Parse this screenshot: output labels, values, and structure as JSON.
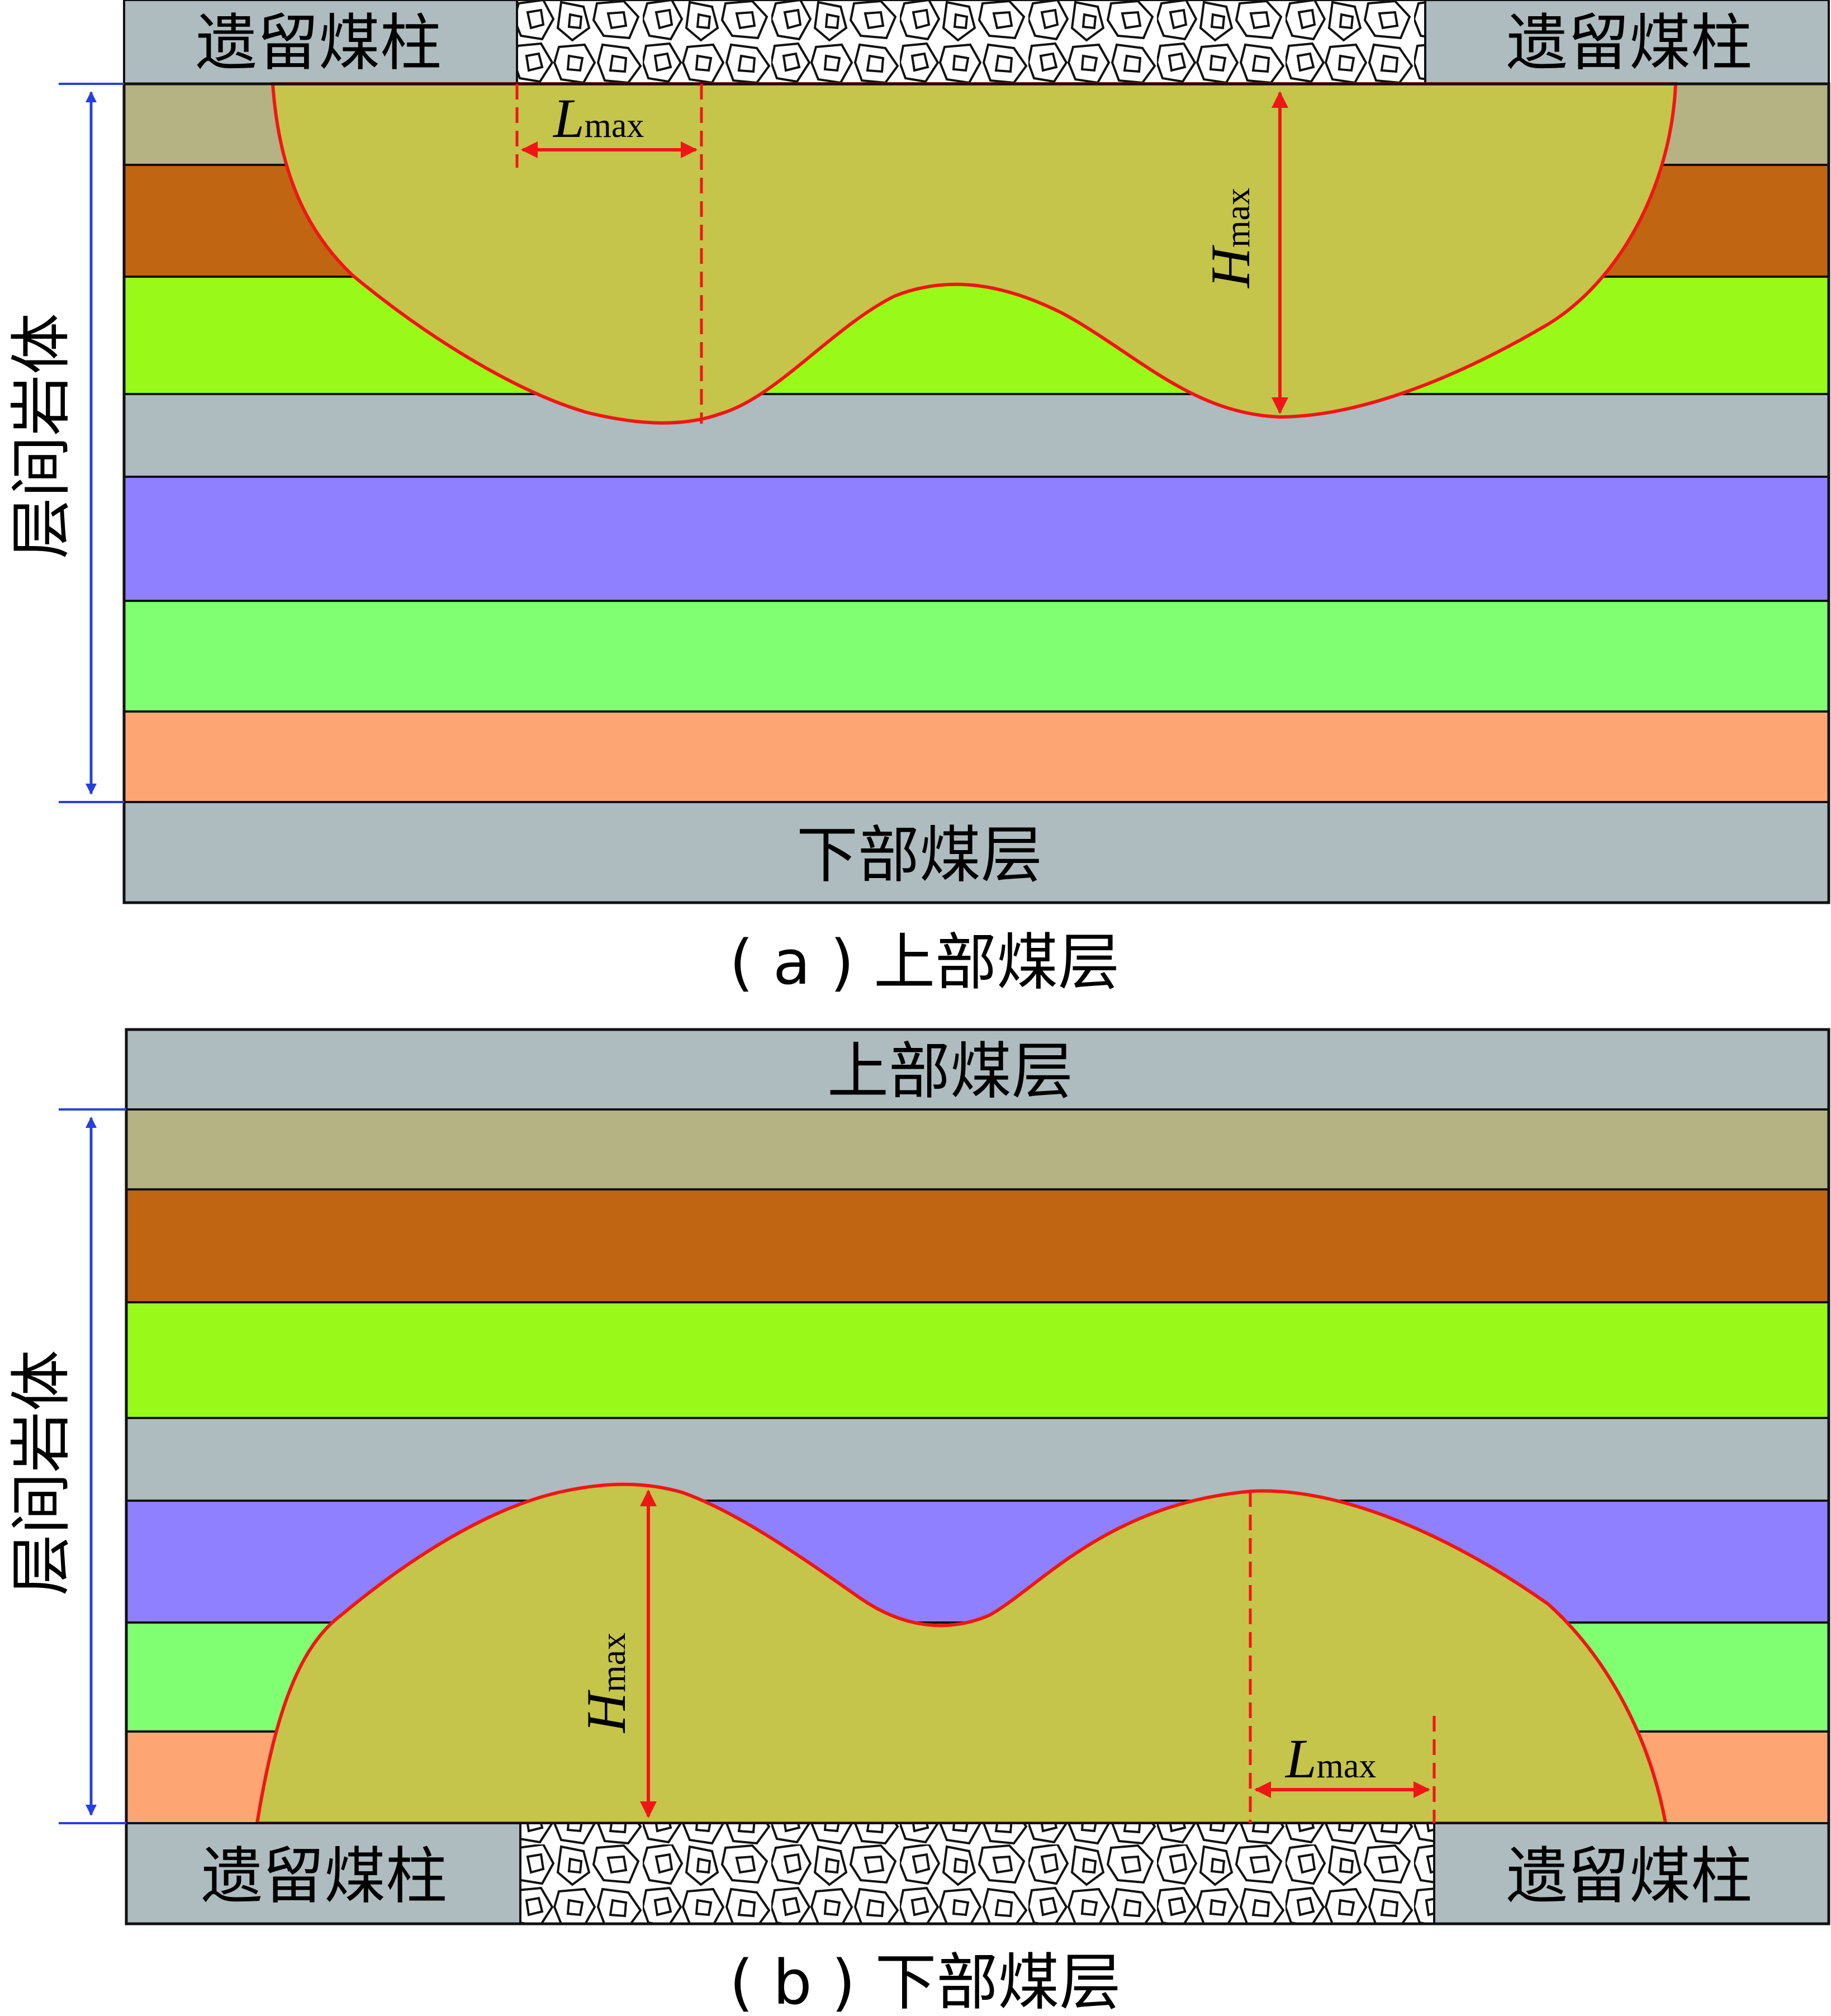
{
  "labels": {
    "remnant_pillar": "遗留煤柱",
    "interlayer_rock": "层间岩体",
    "lower_seam": "下部煤层",
    "upper_seam": "上部煤层",
    "h_symbol": "H",
    "l_symbol": "L",
    "sub_max": "max"
  },
  "captions": {
    "a": "( a ) 上部煤层",
    "b": "( b ) 下部煤层"
  },
  "colors": {
    "gray": "#AEBBBF",
    "tan": "#B5B283",
    "brown": "#C06512",
    "lime": "#99FA19",
    "purple": "#8F80FF",
    "green": "#80FF72",
    "peach": "#FDA674",
    "damage_zone": "#C5C44B",
    "boundary_red": "#F01616",
    "arrow_blue": "#2440E0",
    "outline": "#111111"
  }
}
